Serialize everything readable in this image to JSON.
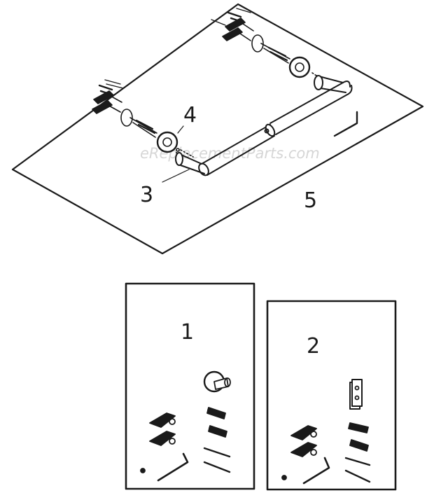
{
  "watermark": "eReplacementParts.com",
  "callouts": {
    "c1": "1",
    "c2": "2",
    "c3": "3",
    "c4": "4",
    "c5": "5"
  },
  "colors": {
    "line": "#1a1a1a",
    "background": "#ffffff",
    "watermark": "#d6d6d6"
  }
}
